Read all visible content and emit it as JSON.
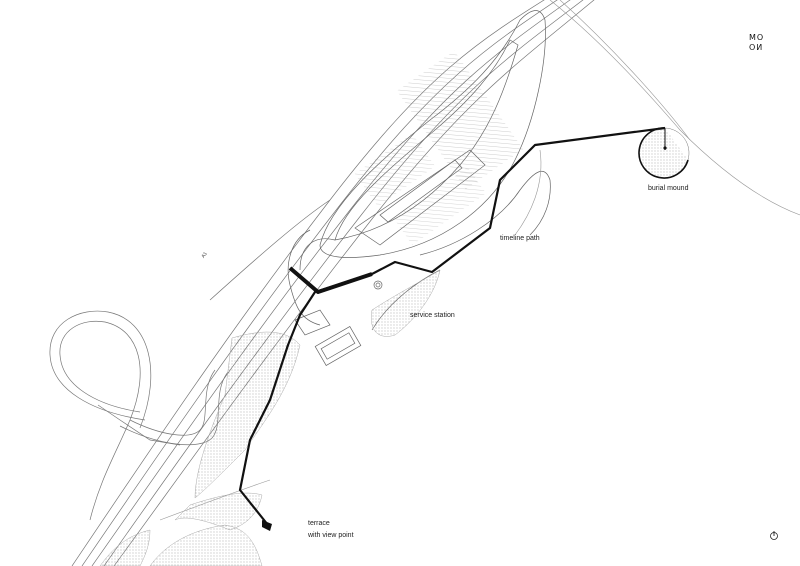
{
  "logo": {
    "line1": "MO",
    "line2": "ON"
  },
  "labels": {
    "highway": "A1",
    "burial_mound": "burial mound",
    "timeline_path": "timeline path",
    "service_station": "service station",
    "terrace_line1": "terrace",
    "terrace_line2": "with view point"
  },
  "colors": {
    "line": "#555555",
    "path": "#111111",
    "hatch": "#9a9a9a",
    "background": "#ffffff"
  },
  "icons": {
    "north_arrow": "north-arrow-icon"
  }
}
